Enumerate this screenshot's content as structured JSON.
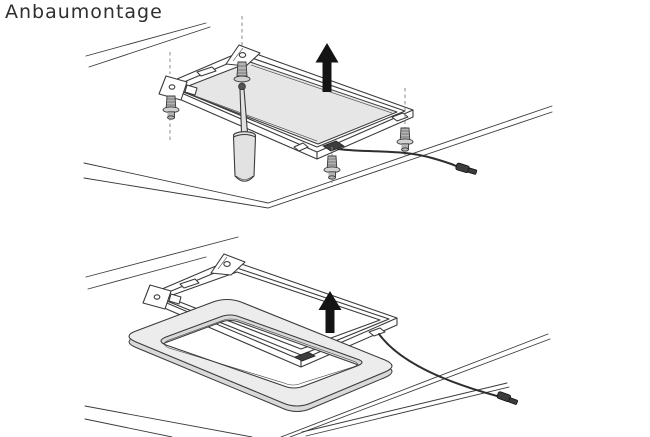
{
  "page": {
    "title": "Anbaumontage"
  },
  "colors": {
    "page_bg": "#ffffff",
    "line": "#3a3a3a",
    "dashed_guide": "#8a8a8a",
    "panel_fill": "#e6e6e6",
    "tool_fill": "#e2e2e2",
    "screw_fill": "#b4b4b4",
    "screw_flange_fill": "#d2d2d2",
    "bezel_fill": "#ececec",
    "bezel_side_fill": "#d9d9d9",
    "arrow_fill": "#141414",
    "cable": "#2e2e2e",
    "connector_fill": "#3c3c3c"
  },
  "figures": [
    {
      "id": "step-1",
      "elements": [
        "ceiling-lines",
        "mounting-frame",
        "panel-surface",
        "corner-brackets",
        "guide-dashes",
        "screws",
        "screwdriver",
        "up-arrow",
        "connection-socket",
        "power-cable",
        "plug-connector"
      ]
    },
    {
      "id": "step-2",
      "elements": [
        "ceiling-lines",
        "mounted-frame",
        "corner-brackets",
        "cover-frame",
        "up-arrow",
        "connection-socket",
        "power-cable",
        "plug-connector"
      ]
    }
  ]
}
